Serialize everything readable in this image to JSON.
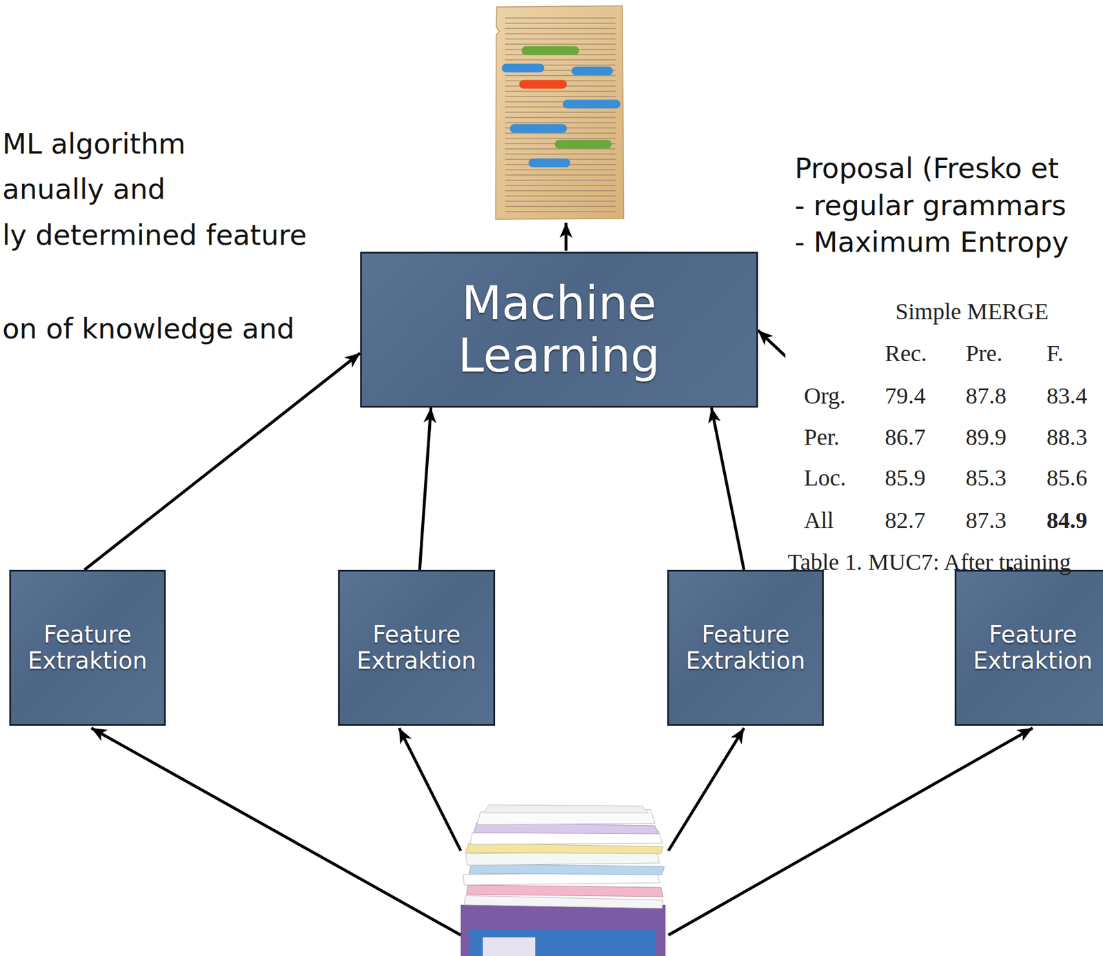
{
  "diagram": {
    "nodes": [
      {
        "text": [
          "Machine Learning"
        ]
      },
      {
        "text": [
          "Feature Extraktion"
        ]
      },
      {
        "text": [
          "Feature Extraktion"
        ]
      },
      {
        "text": [
          "Feature Extraktion"
        ]
      },
      {
        "text": [
          "Feature Extraktion"
        ]
      }
    ],
    "edges": [
      {
        "from": 1,
        "to": 0,
        "arrow": "to"
      },
      {
        "from": 2,
        "to": 0,
        "arrow": "to"
      },
      {
        "from": 3,
        "to": 0,
        "arrow": "to"
      },
      {
        "from": 4,
        "to": 0,
        "arrow": "to"
      }
    ],
    "labels": [
      "ML algorithm",
      "anually and",
      "ly determined feature",
      "on of knowledge and",
      "Proposal (Fresko et",
      "- regular grammars",
      "- Maximum Entropy",
      "Simple MERGE",
      "Rec.",
      "Pre.",
      "F.",
      "Org.",
      "79.4",
      "87.8",
      "83.4",
      "Per.",
      "86.7",
      "89.9",
      "88.3",
      "Loc.",
      "85.9",
      "85.3",
      "85.6",
      "All",
      "82.7",
      "87.3",
      "84.9",
      "Table 1. MUC7: After training"
    ]
  }
}
